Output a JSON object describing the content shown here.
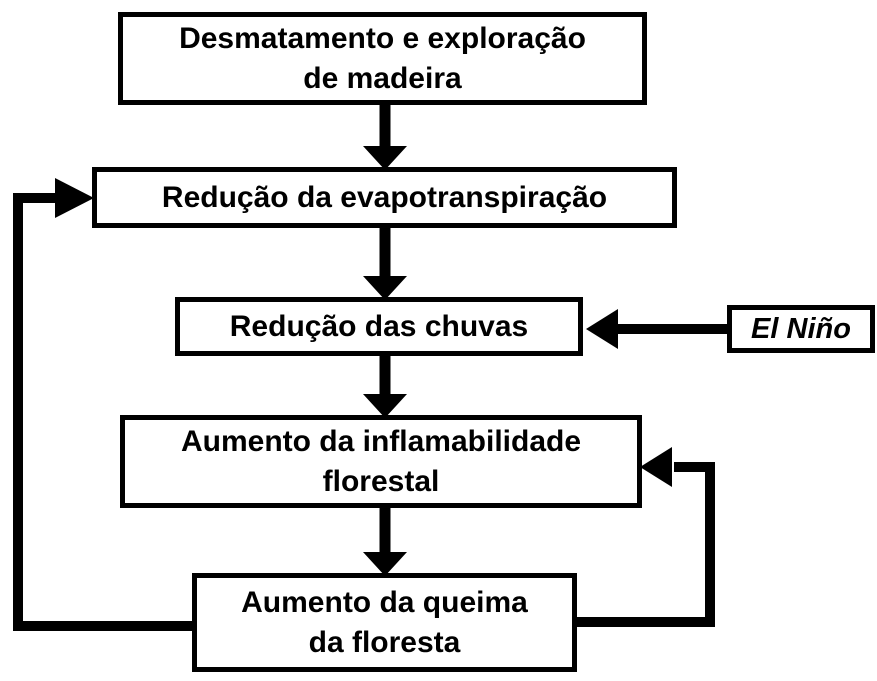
{
  "diagram": {
    "background_color": "#ffffff",
    "line_color": "#000000",
    "boxes": {
      "desmatamento": {
        "lines": [
          "Desmatamento e exploração",
          "de madeira"
        ]
      },
      "evapotranspiracao": {
        "lines": [
          "Redução da evapotranspiração"
        ]
      },
      "chuvas": {
        "lines": [
          "Redução das chuvas"
        ]
      },
      "inflamabilidade": {
        "lines": [
          "Aumento da inflamabilidade",
          "florestal"
        ]
      },
      "queima": {
        "lines": [
          "Aumento da queima",
          "da floresta"
        ]
      },
      "el_nino": {
        "lines": [
          "El Niño"
        ]
      }
    },
    "edges": [
      {
        "from": "desmatamento",
        "to": "evapotranspiracao",
        "type": "arrow-down"
      },
      {
        "from": "evapotranspiracao",
        "to": "chuvas",
        "type": "arrow-down"
      },
      {
        "from": "chuvas",
        "to": "inflamabilidade",
        "type": "arrow-down"
      },
      {
        "from": "inflamabilidade",
        "to": "queima",
        "type": "arrow-down"
      },
      {
        "from": "el_nino",
        "to": "chuvas",
        "type": "arrow-left"
      },
      {
        "from": "queima",
        "to": "evapotranspiracao",
        "type": "feedback-loop-left"
      },
      {
        "from": "queima",
        "to": "inflamabilidade",
        "type": "feedback-loop-right"
      }
    ]
  }
}
